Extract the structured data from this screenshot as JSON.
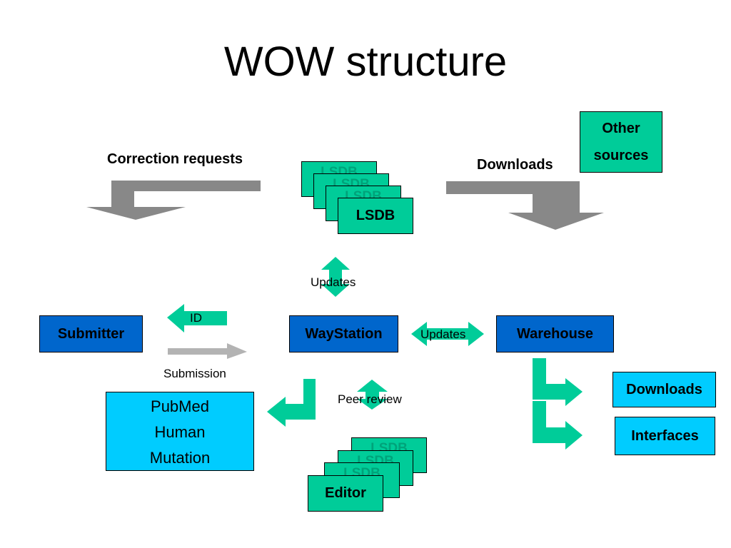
{
  "title": "WOW structure",
  "labels": {
    "correction_requests": "Correction requests",
    "downloads_top": "Downloads",
    "updates_vertical": "Updates",
    "updates_horizontal": "Updates",
    "id": "ID",
    "submission": "Submission",
    "peer_review": "Peer review"
  },
  "boxes": {
    "other_sources_line1": "Other",
    "other_sources_line2": "sources",
    "lsdb": "LSDB",
    "lsdb_ghost": "LSDB",
    "submitter": "Submitter",
    "waystation": "WayStation",
    "warehouse": "Warehouse",
    "pubmed_line1": "PubMed",
    "pubmed_line2": "Human",
    "pubmed_line3": "Mutation",
    "downloads": "Downloads",
    "interfaces": "Interfaces",
    "editor": "Editor",
    "editor_ghost": "LSDB"
  },
  "colors": {
    "green": "#00cc99",
    "blue": "#0066cc",
    "cyan": "#00ccff",
    "gray_arrow": "#888888",
    "light_gray_arrow": "#b3b3b3"
  }
}
